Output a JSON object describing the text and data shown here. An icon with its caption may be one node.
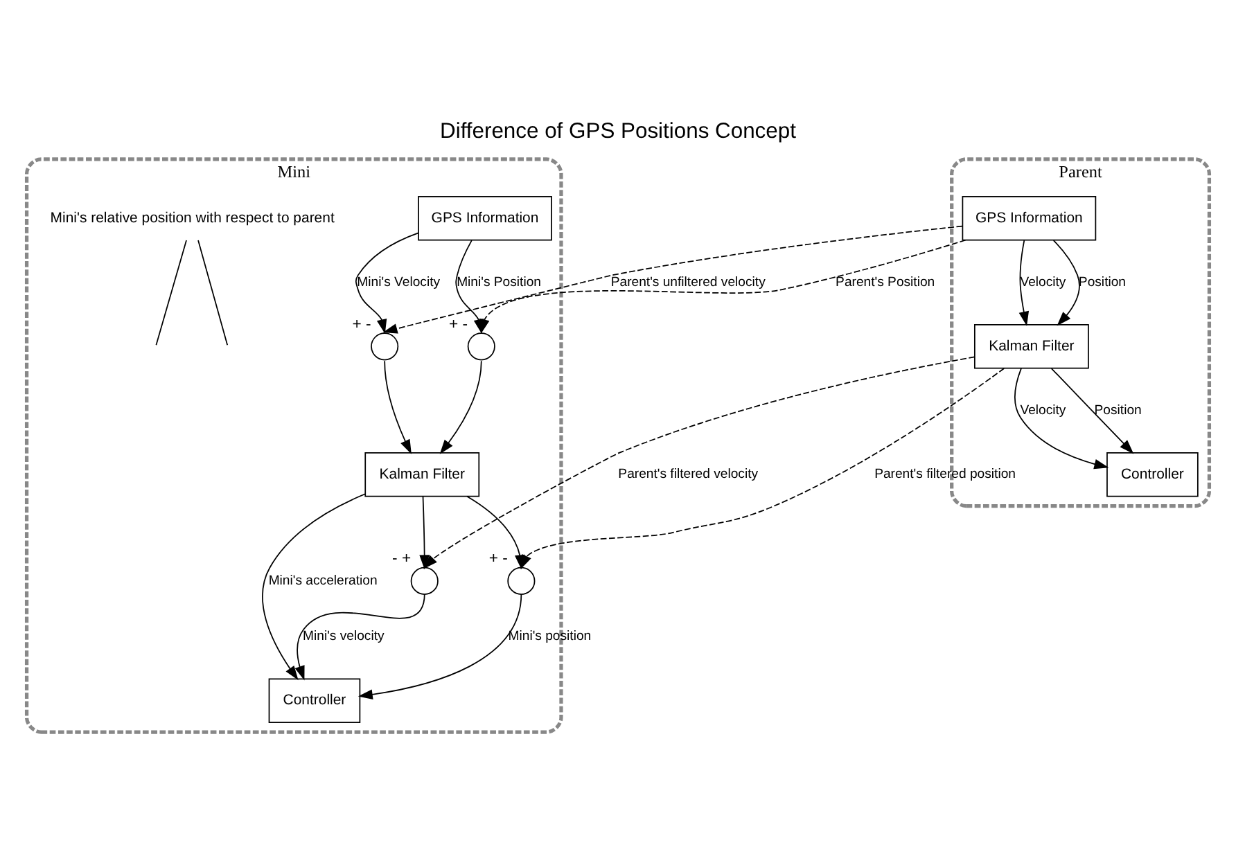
{
  "diagram": {
    "title": "Difference of GPS Positions Concept",
    "nodes": [
      {
        "text": [
          "Parent"
        ]
      },
      {
        "text": [
          "GPS Information"
        ],
        "in": 0
      },
      {
        "text": [
          "Kalman Filter"
        ],
        "in": 0
      },
      {
        "text": [
          "Controller"
        ],
        "in": 0
      },
      {
        "text": [
          "Mini"
        ]
      },
      {
        "text": [
          "GPS Information"
        ],
        "in": 4
      },
      {
        "text": [],
        "shape": "circle",
        "in": 4,
        "beside": [
          "+",
          "-"
        ]
      },
      {
        "text": [],
        "shape": "circle",
        "in": 4,
        "beside": [
          "+",
          "-"
        ]
      },
      {
        "text": [
          "Kalman Filter"
        ],
        "in": 4
      },
      {
        "text": [],
        "shape": "circle",
        "in": 4,
        "beside": [
          "+",
          "-"
        ]
      },
      {
        "text": [],
        "shape": "circle",
        "in": 4,
        "beside": [
          "-",
          "+"
        ]
      },
      {
        "text": [
          "Controller"
        ],
        "in": 4
      },
      {
        "text": [
          "Mini's relative position with respect to parent"
        ],
        "in": 4
      }
    ],
    "edges": [
      {
        "from": 1,
        "to": 2,
        "arrow": "to",
        "label": "Velocity"
      },
      {
        "from": 1,
        "to": 2,
        "arrow": "to",
        "label": "Position"
      },
      {
        "from": 1,
        "to": 6,
        "arrow": "to",
        "label": "Parent's Position",
        "style": "dashed"
      },
      {
        "from": 1,
        "to": 7,
        "arrow": "to",
        "label": "Parent's unfiltered velocity",
        "style": "dashed"
      },
      {
        "from": 2,
        "to": 3,
        "arrow": "to",
        "label": "Velocity"
      },
      {
        "from": 2,
        "to": 3,
        "arrow": "to",
        "label": "Position"
      },
      {
        "from": 2,
        "to": 9,
        "arrow": "to",
        "label": "Parent's filtered position",
        "style": "dashed"
      },
      {
        "from": 2,
        "to": 10,
        "arrow": "to",
        "label": "Parent's filtered velocity",
        "style": "dashed"
      },
      {
        "from": 5,
        "to": 6,
        "arrow": "to",
        "label": "Mini's Position"
      },
      {
        "from": 5,
        "to": 7,
        "arrow": "to",
        "label": "Mini's Velocity"
      },
      {
        "from": 6,
        "to": 8,
        "arrow": "to"
      },
      {
        "from": 7,
        "to": 8,
        "arrow": "to"
      },
      {
        "from": 8,
        "to": 10,
        "arrow": "to"
      },
      {
        "from": 8,
        "to": 9,
        "arrow": "to"
      },
      {
        "from": 8,
        "to": 11,
        "arrow": "to",
        "label": "Mini's acceleration"
      },
      {
        "from": 10,
        "to": 11,
        "arrow": "to",
        "label": "Mini's velocity"
      },
      {
        "from": 9,
        "to": 11,
        "arrow": "to",
        "label": "Mini's position"
      },
      {
        "from": 12,
        "to": null,
        "arrow": "none"
      },
      {
        "from": 12,
        "to": null,
        "arrow": "none"
      }
    ]
  }
}
